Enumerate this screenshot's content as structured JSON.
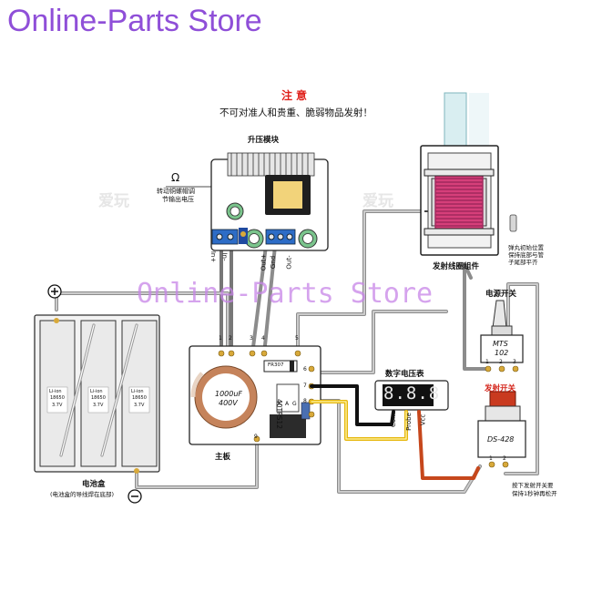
{
  "store_title": "Online-Parts Store",
  "watermark": "Online-Parts Store",
  "faint_watermarks": [
    "爱玩",
    "爱玩"
  ],
  "warning": {
    "title": "注意",
    "text": "不可对准人和贵重、脆弱物品发射！"
  },
  "boost_module": {
    "title": "升压模块",
    "pot_symbol": "Ω",
    "pot_note_line1": "转动铜螺帽调",
    "pot_note_line2": "节输出电压",
    "pins": [
      "In+",
      "In-",
      "Out+",
      "Gnd",
      "Out-"
    ]
  },
  "coil": {
    "title": "发射线圈组件",
    "note_line1": "弹丸初始位置",
    "note_line2": "保持底部与管",
    "note_line3": "子尾部平齐"
  },
  "power_switch": {
    "title": "电源开关",
    "model_line1": "MTS",
    "model_line2": "102",
    "pins": [
      "1",
      "2",
      "3"
    ]
  },
  "fire_switch": {
    "title": "发射开关",
    "model": "DS-428",
    "pins": [
      "1",
      "2"
    ],
    "note_line1": "按下发射开关要",
    "note_line2": "保持1秒钟再松开"
  },
  "voltmeter": {
    "title": "数字电压表",
    "display": "8.8.8",
    "wires": [
      "Com",
      "Probe",
      "Vcc"
    ]
  },
  "battery_box": {
    "title": "电池盒",
    "subtitle": "(电池盒的导线焊在底部)",
    "cell_text": [
      "Li-ion",
      "18650",
      "3.7V"
    ],
    "plus": "+",
    "minus": "−"
  },
  "main_board": {
    "title": "主板",
    "capacitor_line1": "1000uF",
    "capacitor_line2": "400V",
    "diode": "FR307",
    "thyristor": "40TPS12",
    "thyristor_pins": [
      "K",
      "A",
      "G"
    ],
    "pads": [
      "1",
      "2",
      "3",
      "4",
      "5",
      "6",
      "7",
      "8",
      "9"
    ]
  },
  "colors": {
    "red_text": "#e0231d",
    "store": "#8f4fd8",
    "coil_wire": "#d63f7a",
    "wire_black": "#111111",
    "wire_yellow": "#f0c419",
    "wire_red": "#c6471c",
    "wire_grey": "#9a9a9a"
  }
}
